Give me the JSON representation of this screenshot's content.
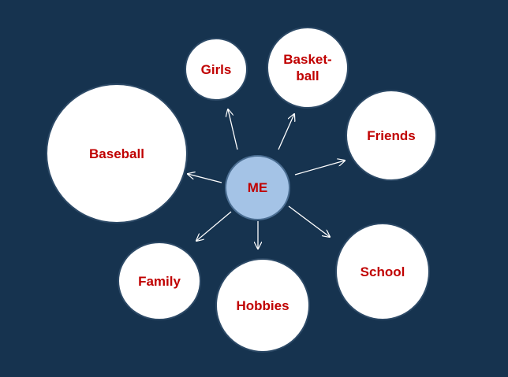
{
  "diagram": {
    "center": {
      "label": "ME"
    },
    "nodes": [
      {
        "id": "girls",
        "label": "Girls"
      },
      {
        "id": "basketball",
        "label": "Basket-\nball"
      },
      {
        "id": "friends",
        "label": "Friends"
      },
      {
        "id": "baseball",
        "label": "Baseball"
      },
      {
        "id": "family",
        "label": "Family"
      },
      {
        "id": "hobbies",
        "label": "Hobbies"
      },
      {
        "id": "school",
        "label": "School"
      }
    ]
  },
  "colors": {
    "background": "#16334f",
    "node_fill": "#ffffff",
    "center_fill": "#a4c3e6",
    "label_text": "#c00000",
    "arrow": "#ffffff"
  }
}
